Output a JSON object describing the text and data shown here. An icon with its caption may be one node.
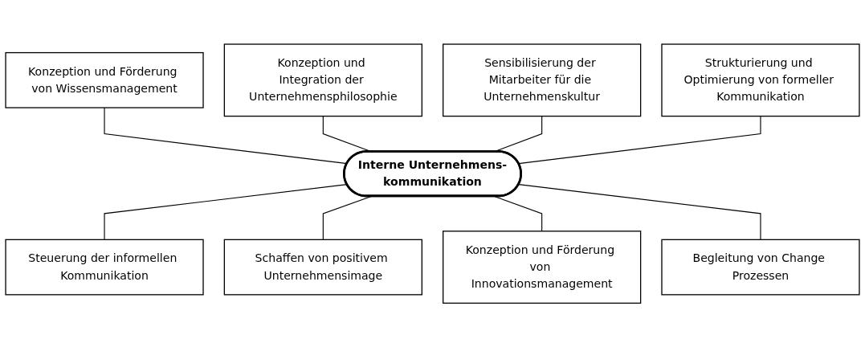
{
  "diagram": {
    "nodes": [
      {
        "text": [
          "Konzeption und Förderung von Wissensmanagement"
        ]
      },
      {
        "text": [
          "Konzeption und Integration der Unternehmensphilosophie"
        ]
      },
      {
        "text": [
          "Sensibilisierung der Mitarbeiter für die Unternehmenskultur"
        ]
      },
      {
        "text": [
          "Strukturierung und Optimierung von formeller Kommunikation"
        ]
      },
      {
        "text": [
          "Interne Unternehmens-kommunikation"
        ]
      },
      {
        "text": [
          "Steuerung der informellen Kommunikation"
        ]
      },
      {
        "text": [
          "Schaffen von positivem Unternehmensimage"
        ]
      },
      {
        "text": [
          "Konzeption und Förderung von Innovationsmanagement"
        ]
      },
      {
        "text": [
          "Begleitung von Change Prozessen"
        ]
      }
    ],
    "edges": [
      {
        "from": 0,
        "to": 4,
        "arrow": "none"
      },
      {
        "from": 1,
        "to": 4,
        "arrow": "none"
      },
      {
        "from": 2,
        "to": 4,
        "arrow": "none"
      },
      {
        "from": 3,
        "to": 4,
        "arrow": "none"
      },
      {
        "from": 4,
        "to": 5,
        "arrow": "none"
      },
      {
        "from": 4,
        "to": 6,
        "arrow": "none"
      },
      {
        "from": 4,
        "to": 7,
        "arrow": "none"
      },
      {
        "from": 4,
        "to": 8,
        "arrow": "none"
      }
    ]
  }
}
